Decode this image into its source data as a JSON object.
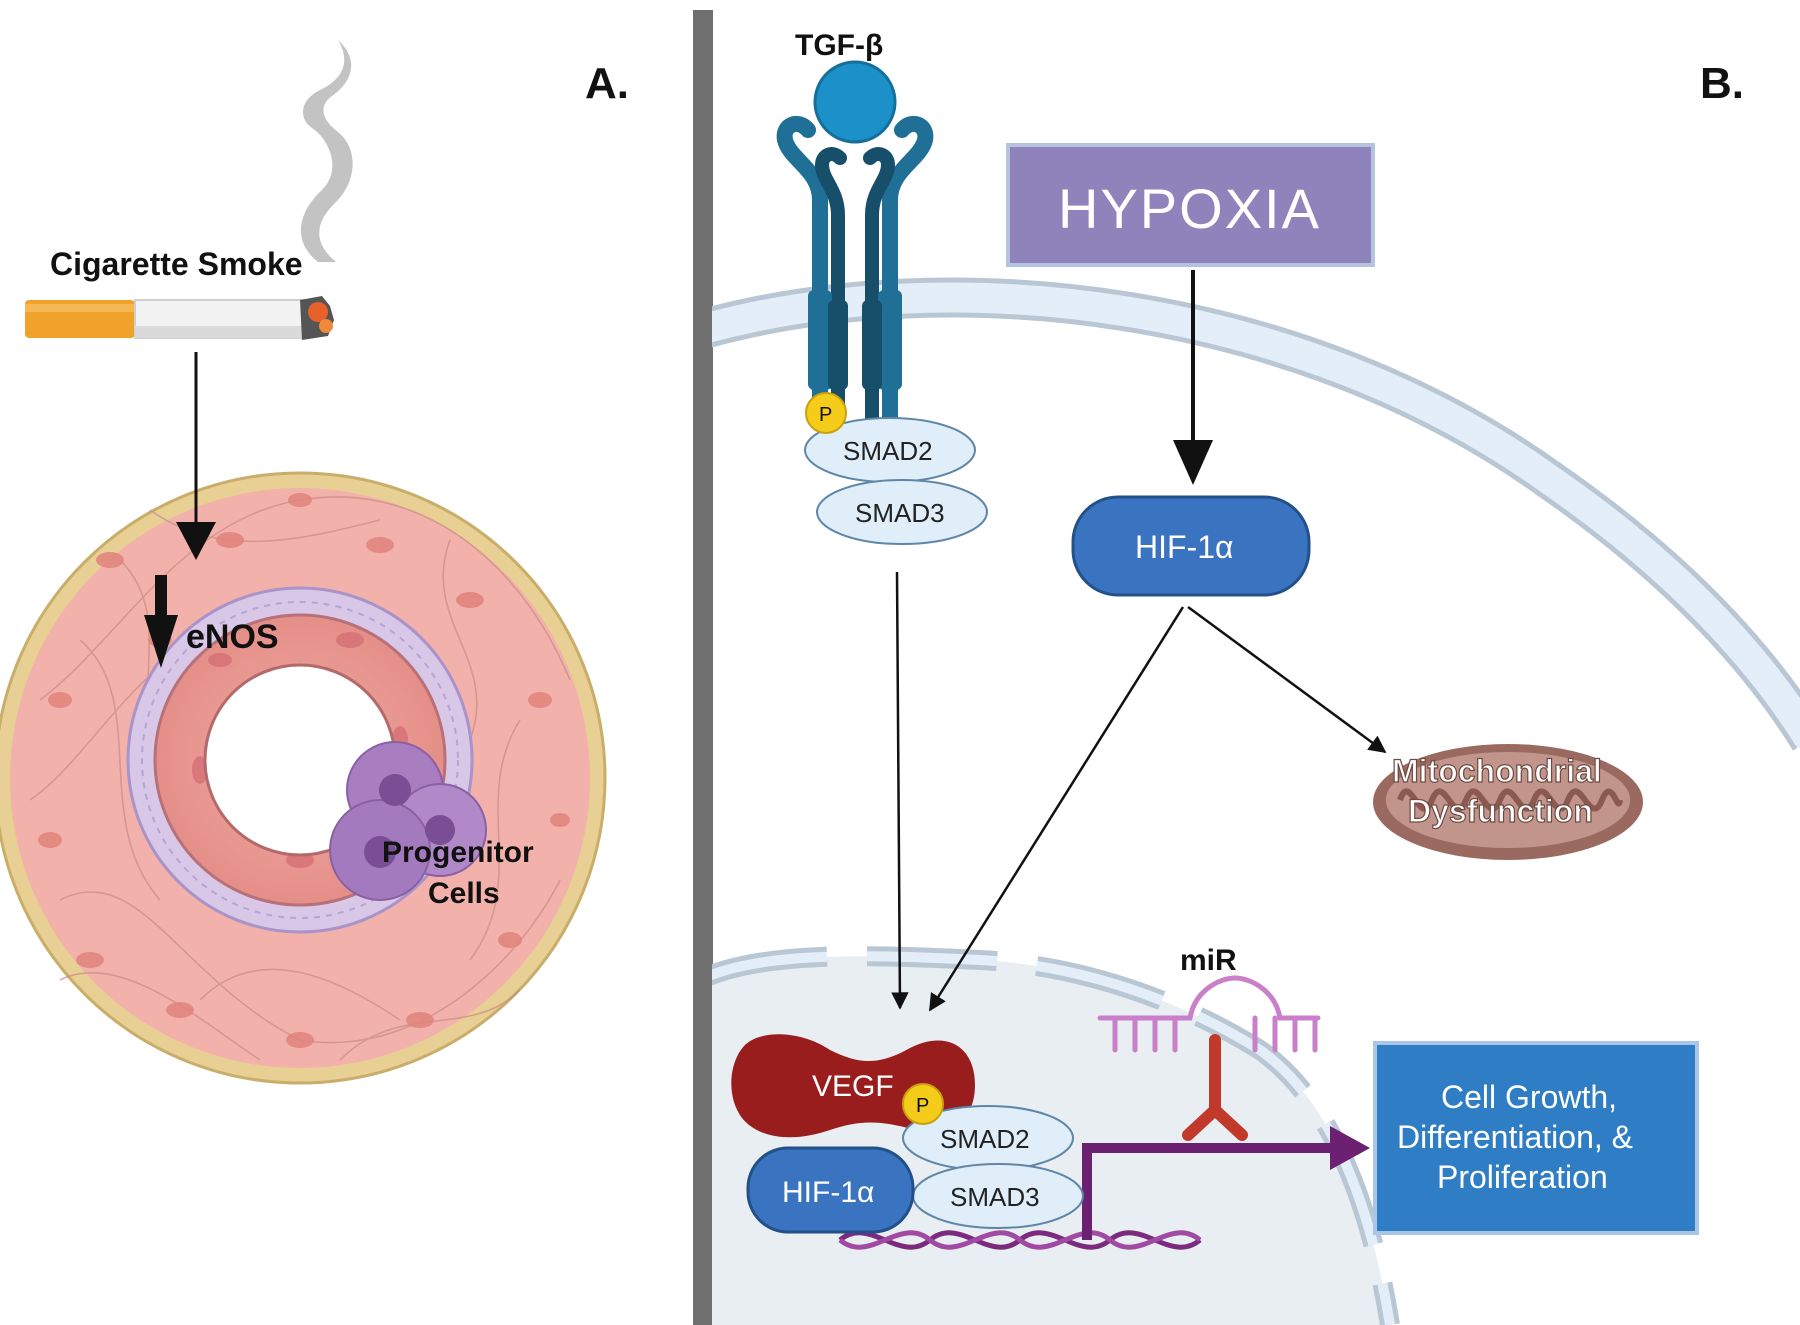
{
  "panels": {
    "a_label": "A.",
    "b_label": "B."
  },
  "panel_a": {
    "smoke_label": "Cigarette Smoke",
    "enos_label": "eNOS",
    "progenitor_line1": "Progenitor",
    "progenitor_line2": "Cells"
  },
  "panel_b": {
    "tgf_label": "TGF-β",
    "p_label": "P",
    "smad2_label": "SMAD2",
    "smad3_label": "SMAD3",
    "hypoxia_label": "HYPOXIA",
    "hif_label": "HIF-1α",
    "mito_line1": "Mitochondrial",
    "mito_line2": "Dysfunction",
    "mir_label": "miR",
    "vegf_label": "VEGF",
    "outcome_line1": "Cell Growth,",
    "outcome_line2": "Differentiation, &",
    "outcome_line3": "Proliferation"
  },
  "colors": {
    "divider": "#707070",
    "vessel_wall": "#f0b4ae",
    "vessel_outer": "#e8cf93",
    "cell_membrane": "#b8c7d3",
    "receptor": "#1f6f96",
    "receptor_dark": "#174f6b",
    "ligand": "#1c90c8",
    "phospho": "#f5cc1a",
    "smad": "#dfeef8",
    "hypoxia_box": "#8e84bb",
    "hif": "#3a74c0",
    "mito": "#9a6a60",
    "vegf": "#9a1d1d",
    "mirna": "#c97fc9",
    "inhibitor": "#c0392b",
    "promoter": "#6b2072",
    "dna": "#7b2a7e",
    "outcome_box": "#2f7dc4"
  },
  "icons": [
    "cigarette-icon",
    "smoke-icon",
    "blood-vessel-icon",
    "progenitor-cells-icon",
    "tgf-beta-receptor-icon",
    "mitochondrion-icon",
    "mirna-icon",
    "dna-helix-icon",
    "inhibition-icon"
  ]
}
